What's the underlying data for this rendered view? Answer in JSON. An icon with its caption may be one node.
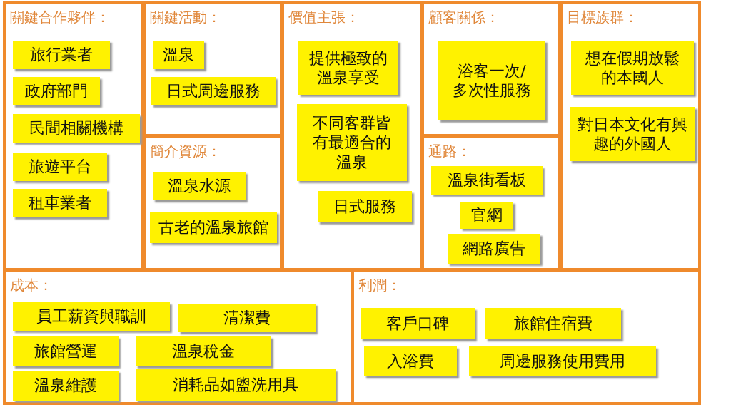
{
  "diagram": {
    "nodes": [
      {
        "text": [
          "關鍵合作夥伴："
        ]
      },
      {
        "text": [
          "旅行業者"
        ],
        "in": 0
      },
      {
        "text": [
          "政府部門"
        ],
        "in": 0
      },
      {
        "text": [
          "民間相關機構"
        ],
        "in": 0
      },
      {
        "text": [
          "旅遊平台"
        ],
        "in": 0
      },
      {
        "text": [
          "租車業者"
        ],
        "in": 0
      },
      {
        "text": [
          "關鍵活動："
        ]
      },
      {
        "text": [
          "溫泉"
        ],
        "in": 6
      },
      {
        "text": [
          "日式周邊服務"
        ],
        "in": 6
      },
      {
        "text": [
          "簡介資源："
        ]
      },
      {
        "text": [
          "溫泉水源"
        ],
        "in": 9
      },
      {
        "text": [
          "古老的溫泉旅館"
        ],
        "in": 9
      },
      {
        "text": [
          "價值主張："
        ]
      },
      {
        "text": [
          "提供極致的溫泉享受"
        ],
        "in": 12
      },
      {
        "text": [
          "不同客群皆有最適合的溫泉"
        ],
        "in": 12
      },
      {
        "text": [
          "日式服務"
        ],
        "in": 12
      },
      {
        "text": [
          "顧客關係："
        ]
      },
      {
        "text": [
          "浴客一次/多次性服務"
        ],
        "in": 16
      },
      {
        "text": [
          "通路："
        ]
      },
      {
        "text": [
          "溫泉街看板"
        ],
        "in": 18
      },
      {
        "text": [
          "官網"
        ],
        "in": 18
      },
      {
        "text": [
          "網路廣告"
        ],
        "in": 18
      },
      {
        "text": [
          "目標族群："
        ]
      },
      {
        "text": [
          "想在假期放鬆的本國人"
        ],
        "in": 22
      },
      {
        "text": [
          "對日本文化有興趣的外國人"
        ],
        "in": 22
      },
      {
        "text": [
          "成本："
        ]
      },
      {
        "text": [
          "員工薪資與職訓"
        ],
        "in": 25
      },
      {
        "text": [
          "清潔費"
        ],
        "in": 25
      },
      {
        "text": [
          "旅館營運"
        ],
        "in": 25
      },
      {
        "text": [
          "溫泉稅金"
        ],
        "in": 25
      },
      {
        "text": [
          "溫泉維護"
        ],
        "in": 25
      },
      {
        "text": [
          "消耗品如盥洗用具"
        ],
        "in": 25
      },
      {
        "text": [
          "利潤："
        ]
      },
      {
        "text": [
          "客戶口碑"
        ],
        "in": 32
      },
      {
        "text": [
          "旅館住宿費"
        ],
        "in": 32
      },
      {
        "text": [
          "入浴費"
        ],
        "in": 32
      },
      {
        "text": [
          "周邊服務使用費用"
        ],
        "in": 32
      }
    ]
  }
}
